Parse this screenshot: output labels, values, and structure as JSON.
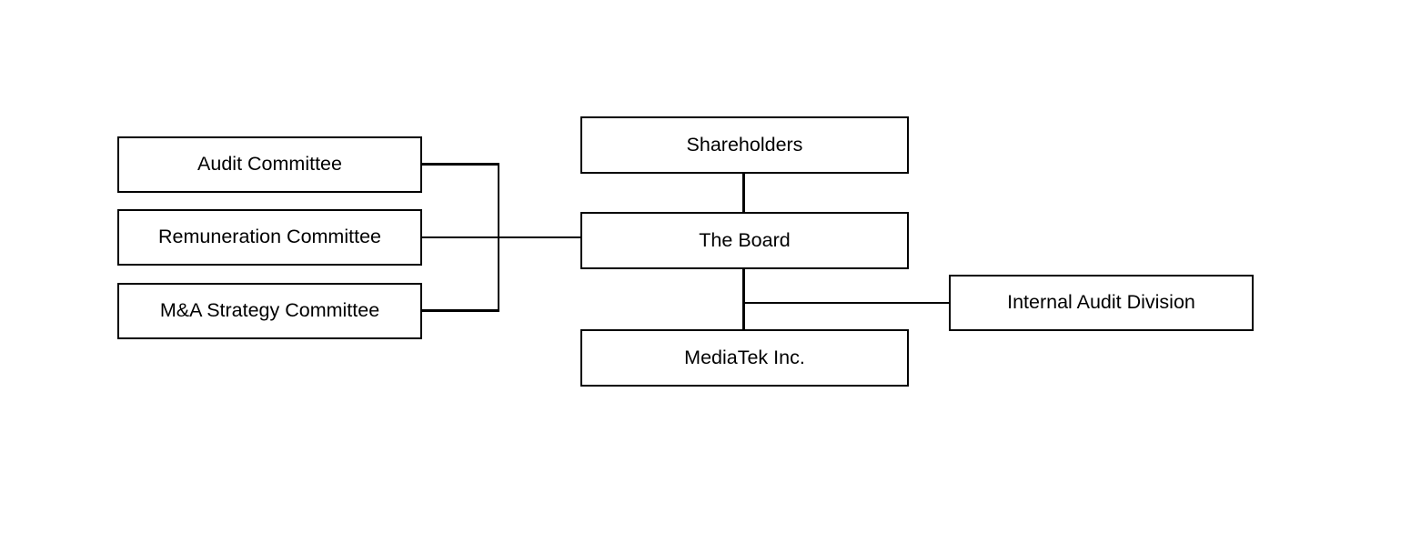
{
  "diagram": {
    "type": "org-chart",
    "colors": {
      "box_border": "#000000",
      "box_fill": "#ffffff",
      "text": "#000000",
      "connector": "#000000",
      "background": "#ffffff"
    },
    "nodes": {
      "audit_committee": {
        "label": "Audit Committee"
      },
      "remuneration_committee": {
        "label": "Remuneration Committee"
      },
      "ma_strategy_committee": {
        "label": "M&A Strategy Committee"
      },
      "shareholders": {
        "label": "Shareholders"
      },
      "the_board": {
        "label": "The Board"
      },
      "mediatek_inc": {
        "label": "MediaTek Inc."
      },
      "internal_audit_division": {
        "label": "Internal Audit Division"
      }
    },
    "edges": [
      {
        "from": "Audit Committee",
        "to": "The Board"
      },
      {
        "from": "Remuneration Committee",
        "to": "The Board"
      },
      {
        "from": "M&A Strategy Committee",
        "to": "The Board"
      },
      {
        "from": "Shareholders",
        "to": "The Board"
      },
      {
        "from": "The Board",
        "to": "MediaTek Inc."
      },
      {
        "from": "The Board",
        "to": "Internal Audit Division"
      }
    ]
  }
}
